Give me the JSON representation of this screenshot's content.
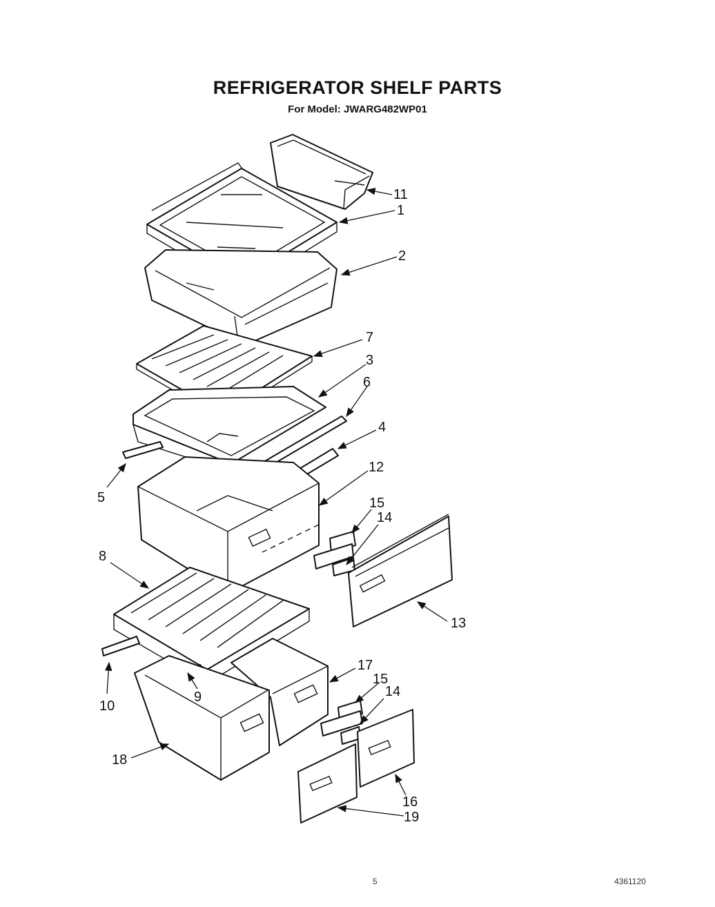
{
  "title": "REFRIGERATOR SHELF PARTS",
  "subtitle": "For Model: JWARG482WP01",
  "callouts": [
    "11",
    "1",
    "2",
    "7",
    "3",
    "6",
    "4",
    "5",
    "12",
    "15",
    "14",
    "13",
    "8",
    "17",
    "15",
    "14",
    "10",
    "9",
    "18",
    "16",
    "19"
  ],
  "footer": {
    "page": "5",
    "code": "4361120"
  }
}
